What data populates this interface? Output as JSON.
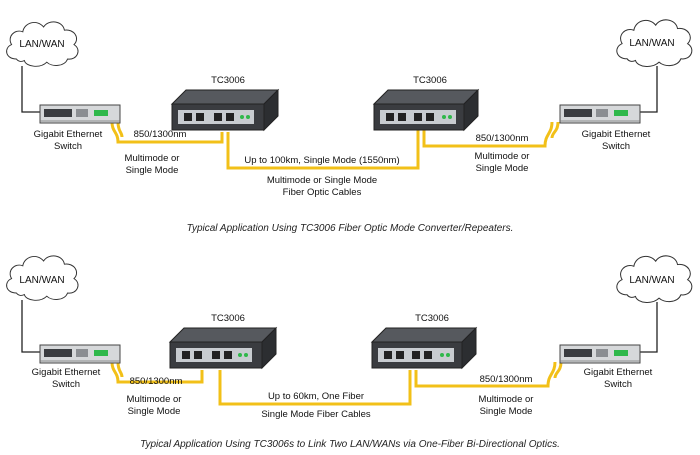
{
  "colors": {
    "fiber": "#f2c018",
    "device_body": "#3a3c40",
    "device_face": "#c8ccd0",
    "switch_body": "#d6d8da",
    "led_green": "#2fb84a"
  },
  "panels": [
    {
      "cloud_left": "LAN/WAN",
      "cloud_right": "LAN/WAN",
      "switch_left": [
        "Gigabit Ethernet",
        "Switch"
      ],
      "switch_right": [
        "Gigabit Ethernet",
        "Switch"
      ],
      "device_left": "TC3006",
      "device_right": "TC3006",
      "fiber_left": "850/1300nm",
      "fiber_right": "850/1300nm",
      "mode_left": [
        "Multimode or",
        "Single Mode"
      ],
      "mode_right": [
        "Multimode or",
        "Single Mode"
      ],
      "link_label": "Up to 100km, Single Mode (1550nm)",
      "link_sub": [
        "Multimode or Single Mode",
        "Fiber Optic Cables"
      ],
      "caption": "Typical Application Using TC3006 Fiber Optic Mode Converter/Repeaters."
    },
    {
      "cloud_left": "LAN/WAN",
      "cloud_right": "LAN/WAN",
      "switch_left": [
        "Gigabit Ethernet",
        "Switch"
      ],
      "switch_right": [
        "Gigabit Ethernet",
        "Switch"
      ],
      "device_left": "TC3006",
      "device_right": "TC3006",
      "fiber_left": "850/1300nm",
      "fiber_right": "850/1300nm",
      "mode_left": [
        "Multimode or",
        "Single Mode"
      ],
      "mode_right": [
        "Multimode or",
        "Single Mode"
      ],
      "link_label": "Up to 60km, One Fiber",
      "link_sub": [
        "Single Mode Fiber Cables"
      ],
      "caption": "Typical Application Using TC3006s to Link Two LAN/WANs via One-Fiber Bi-Directional Optics."
    }
  ]
}
